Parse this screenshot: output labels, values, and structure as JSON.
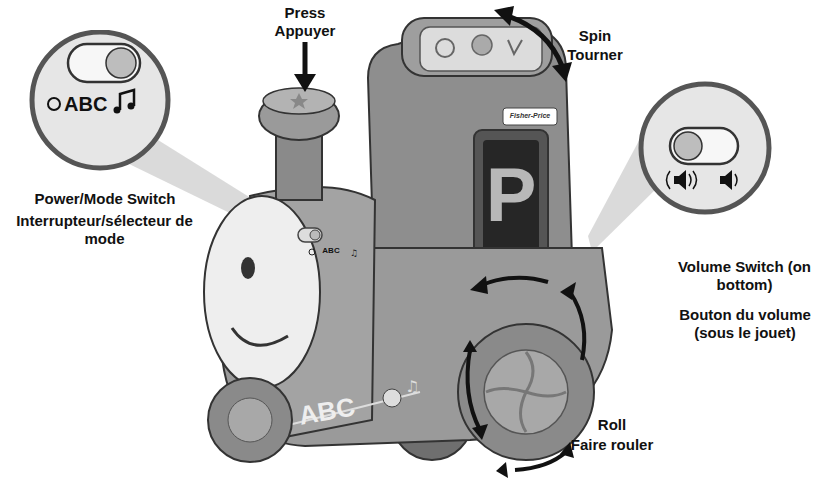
{
  "diagram": {
    "nodes": [
      {
        "text": [
          "ABC",
          "Power/Mode Switch",
          "Interrupteur/sélecteur de mode"
        ]
      },
      {
        "text": [
          "Volume Switch (on bottom)",
          "Bouton du volume (sous le jouet)"
        ]
      }
    ],
    "labels": [
      "Press",
      "Appuyer",
      "Spin",
      "Tourner",
      "Roll",
      "Faire rouler",
      "Fisher-Price",
      "P",
      "ABC",
      "ABC"
    ]
  }
}
